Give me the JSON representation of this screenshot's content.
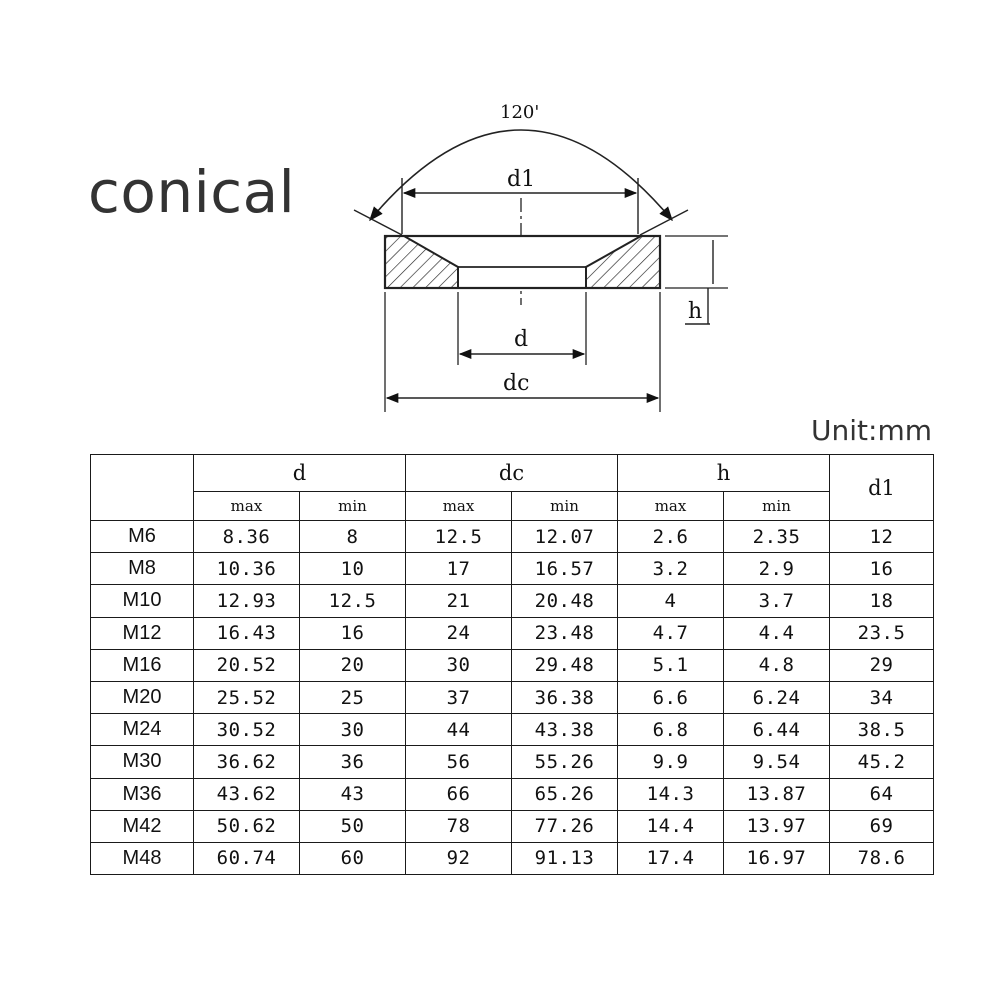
{
  "title": "conical",
  "unit_label": "Unit:mm",
  "drawing": {
    "angle_label": "120'",
    "d1_label": "d1",
    "h_label": "h",
    "d_label": "d",
    "dc_label": "dc"
  },
  "table": {
    "groups": [
      "d",
      "dc",
      "h"
    ],
    "last_header": "d1",
    "sub_max": "max",
    "sub_min": "min",
    "rows": [
      [
        "M6",
        "8.36",
        "8",
        "12.5",
        "12.07",
        "2.6",
        "2.35",
        "12"
      ],
      [
        "M8",
        "10.36",
        "10",
        "17",
        "16.57",
        "3.2",
        "2.9",
        "16"
      ],
      [
        "M10",
        "12.93",
        "12.5",
        "21",
        "20.48",
        "4",
        "3.7",
        "18"
      ],
      [
        "M12",
        "16.43",
        "16",
        "24",
        "23.48",
        "4.7",
        "4.4",
        "23.5"
      ],
      [
        "M16",
        "20.52",
        "20",
        "30",
        "29.48",
        "5.1",
        "4.8",
        "29"
      ],
      [
        "M20",
        "25.52",
        "25",
        "37",
        "36.38",
        "6.6",
        "6.24",
        "34"
      ],
      [
        "M24",
        "30.52",
        "30",
        "44",
        "43.38",
        "6.8",
        "6.44",
        "38.5"
      ],
      [
        "M30",
        "36.62",
        "36",
        "56",
        "55.26",
        "9.9",
        "9.54",
        "45.2"
      ],
      [
        "M36",
        "43.62",
        "43",
        "66",
        "65.26",
        "14.3",
        "13.87",
        "64"
      ],
      [
        "M42",
        "50.62",
        "50",
        "78",
        "77.26",
        "14.4",
        "13.97",
        "69"
      ],
      [
        "M48",
        "60.74",
        "60",
        "92",
        "91.13",
        "17.4",
        "16.97",
        "78.6"
      ]
    ]
  }
}
